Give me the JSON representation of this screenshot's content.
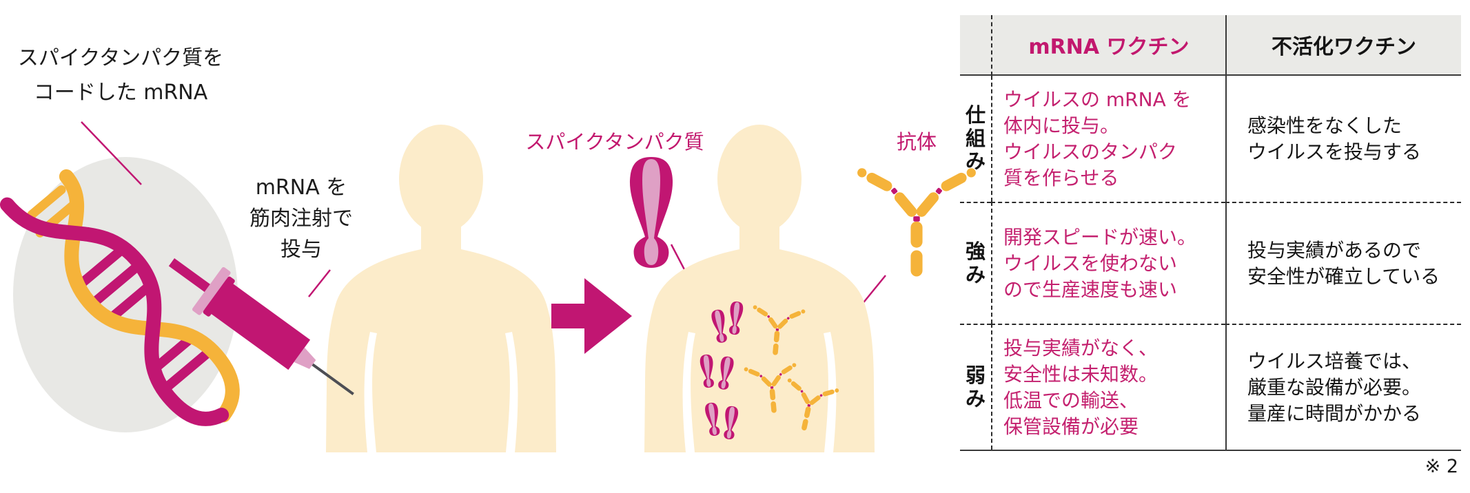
{
  "colors": {
    "accent": "#c11672",
    "accent_text": "#c2186e",
    "light_pink": "#dfa0c5",
    "yellow": "#f5b33a",
    "skin": "#fcecca",
    "circle_gray": "#e8e8e5",
    "header_gray": "#eaeae7",
    "needle_gray": "#4d4e54",
    "line_dark": "#3a3a3a",
    "text_black": "#1c1c1c"
  },
  "diagram": {
    "mrna_label": "スパイクタンパク質を\nコードした mRNA",
    "injection_label": "mRNA を\n筋肉注射で\n投与",
    "spike_label": "スパイクタンパク質",
    "antibody_label": "抗体"
  },
  "table": {
    "columns": [
      "mRNA ワクチン",
      "不活化ワクチン"
    ],
    "rows": [
      {
        "label": "仕組み",
        "mrna": "ウイルスの mRNA を\n体内に投与。\nウイルスのタンパク\n質を作らせる",
        "inactivated": "感染性をなくした\nウイルスを投与する"
      },
      {
        "label": "強み",
        "mrna": "開発スピードが速い。\nウイルスを使わない\nので生産速度も速い",
        "inactivated": "投与実績があるので\n安全性が確立している"
      },
      {
        "label": "弱み",
        "mrna": "投与実績がなく、\n安全性は未知数。\n低温での輸送、\n保管設備が必要",
        "inactivated": "ウイルス培養では、\n厳重な設備が必要。\n量産に時間がかかる"
      }
    ],
    "footnote": "※ 2"
  }
}
